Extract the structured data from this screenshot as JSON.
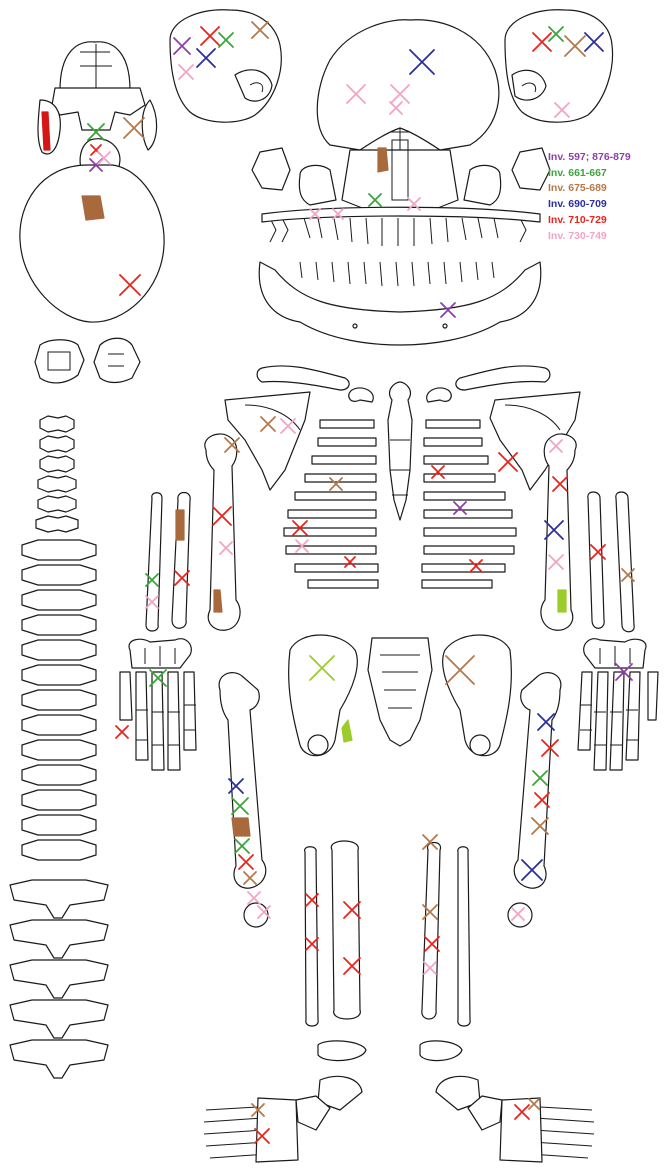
{
  "legend": [
    {
      "label": "Inv. 597; 876-879",
      "color": "#8e3fa8"
    },
    {
      "label": "Inv. 661-667",
      "color": "#3aa63a"
    },
    {
      "label": "Inv. 675-689",
      "color": "#b5794a"
    },
    {
      "label": "Inv. 690-709",
      "color": "#2b2f9e"
    },
    {
      "label": "Inv. 710-729",
      "color": "#e8241c"
    },
    {
      "label": "Inv. 730-749",
      "color": "#f3a3c6"
    }
  ],
  "extra_colors": {
    "lime": "#9ccc2a",
    "brown_fill": "#a86a3d",
    "red_fill": "#d51616"
  }
}
